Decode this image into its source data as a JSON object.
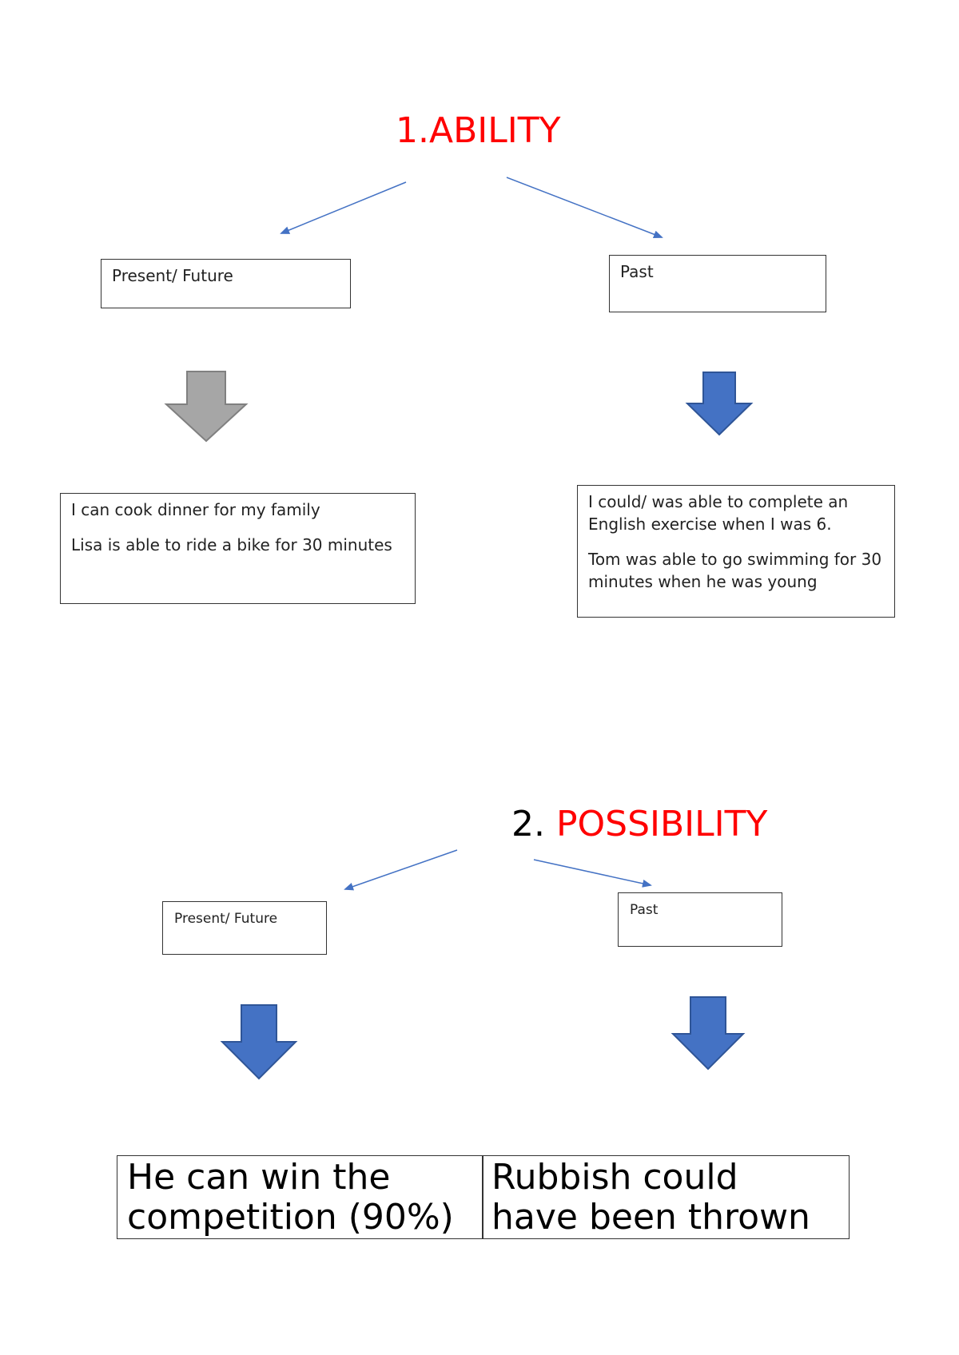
{
  "ability": {
    "title": "1.ABILITY",
    "present_label": "Present/ Future",
    "past_label": "Past",
    "present_examples": [
      "I can cook dinner for my family",
      "Lisa is able to ride a bike for 30 minutes"
    ],
    "past_examples": [
      "I could/ was able to complete an English exercise when I was 6.",
      "Tom was able to go swimming for 30 minutes when he was young"
    ]
  },
  "possibility": {
    "title_number": "2.",
    "title_word": "POSSIBILITY",
    "present_label": "Present/ Future",
    "past_label": "Past",
    "present_example": "He can win the competition (90%)",
    "past_example": "Rubbish could have been thrown"
  },
  "colors": {
    "title_red": "#ff0000",
    "arrow_blue": "#4472c4",
    "arrow_gray": "#a6a6a6",
    "border": "#333333"
  }
}
